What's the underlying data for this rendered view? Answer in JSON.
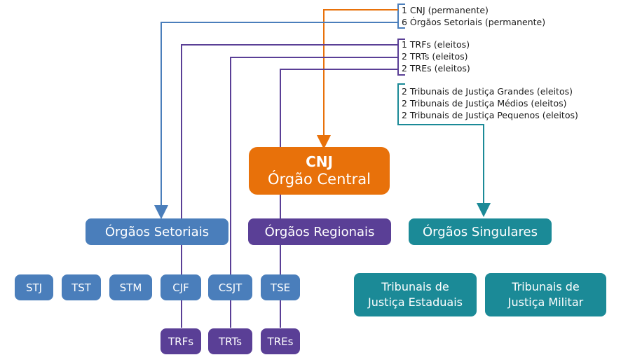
{
  "labels": {
    "group1": [
      "1 CNJ (permanente)",
      "6 Órgãos Setoriais (permanente)"
    ],
    "group2": [
      "1 TRFs (eleitos)",
      "2 TRTs (eleitos)",
      "2 TREs (eleitos)"
    ],
    "group3": [
      "2 Tribunais de Justiça Grandes (eleitos)",
      "2 Tribunais de Justiça Médios (eleitos)",
      "2 Tribunais de Justiça Pequenos (eleitos)"
    ]
  },
  "central": {
    "title": "CNJ",
    "subtitle": "Órgão Central"
  },
  "categories": {
    "setoriais": "Órgãos Setoriais",
    "regionais": "Órgãos Regionais",
    "singulares": "Órgãos Singulares"
  },
  "setoriais_items": [
    "STJ",
    "TST",
    "STM",
    "CJF",
    "CSJT",
    "TSE"
  ],
  "regional_items": [
    "TRFs",
    "TRTs",
    "TREs"
  ],
  "singulares_items": [
    {
      "line1": "Tribunais de",
      "line2": "Justiça Estaduais"
    },
    {
      "line1": "Tribunais de",
      "line2": "Justiça Militar"
    }
  ],
  "colors": {
    "blue": "#4a7ebb",
    "purple": "#5a3f96",
    "teal": "#1b8a97",
    "orange": "#e8710a"
  }
}
